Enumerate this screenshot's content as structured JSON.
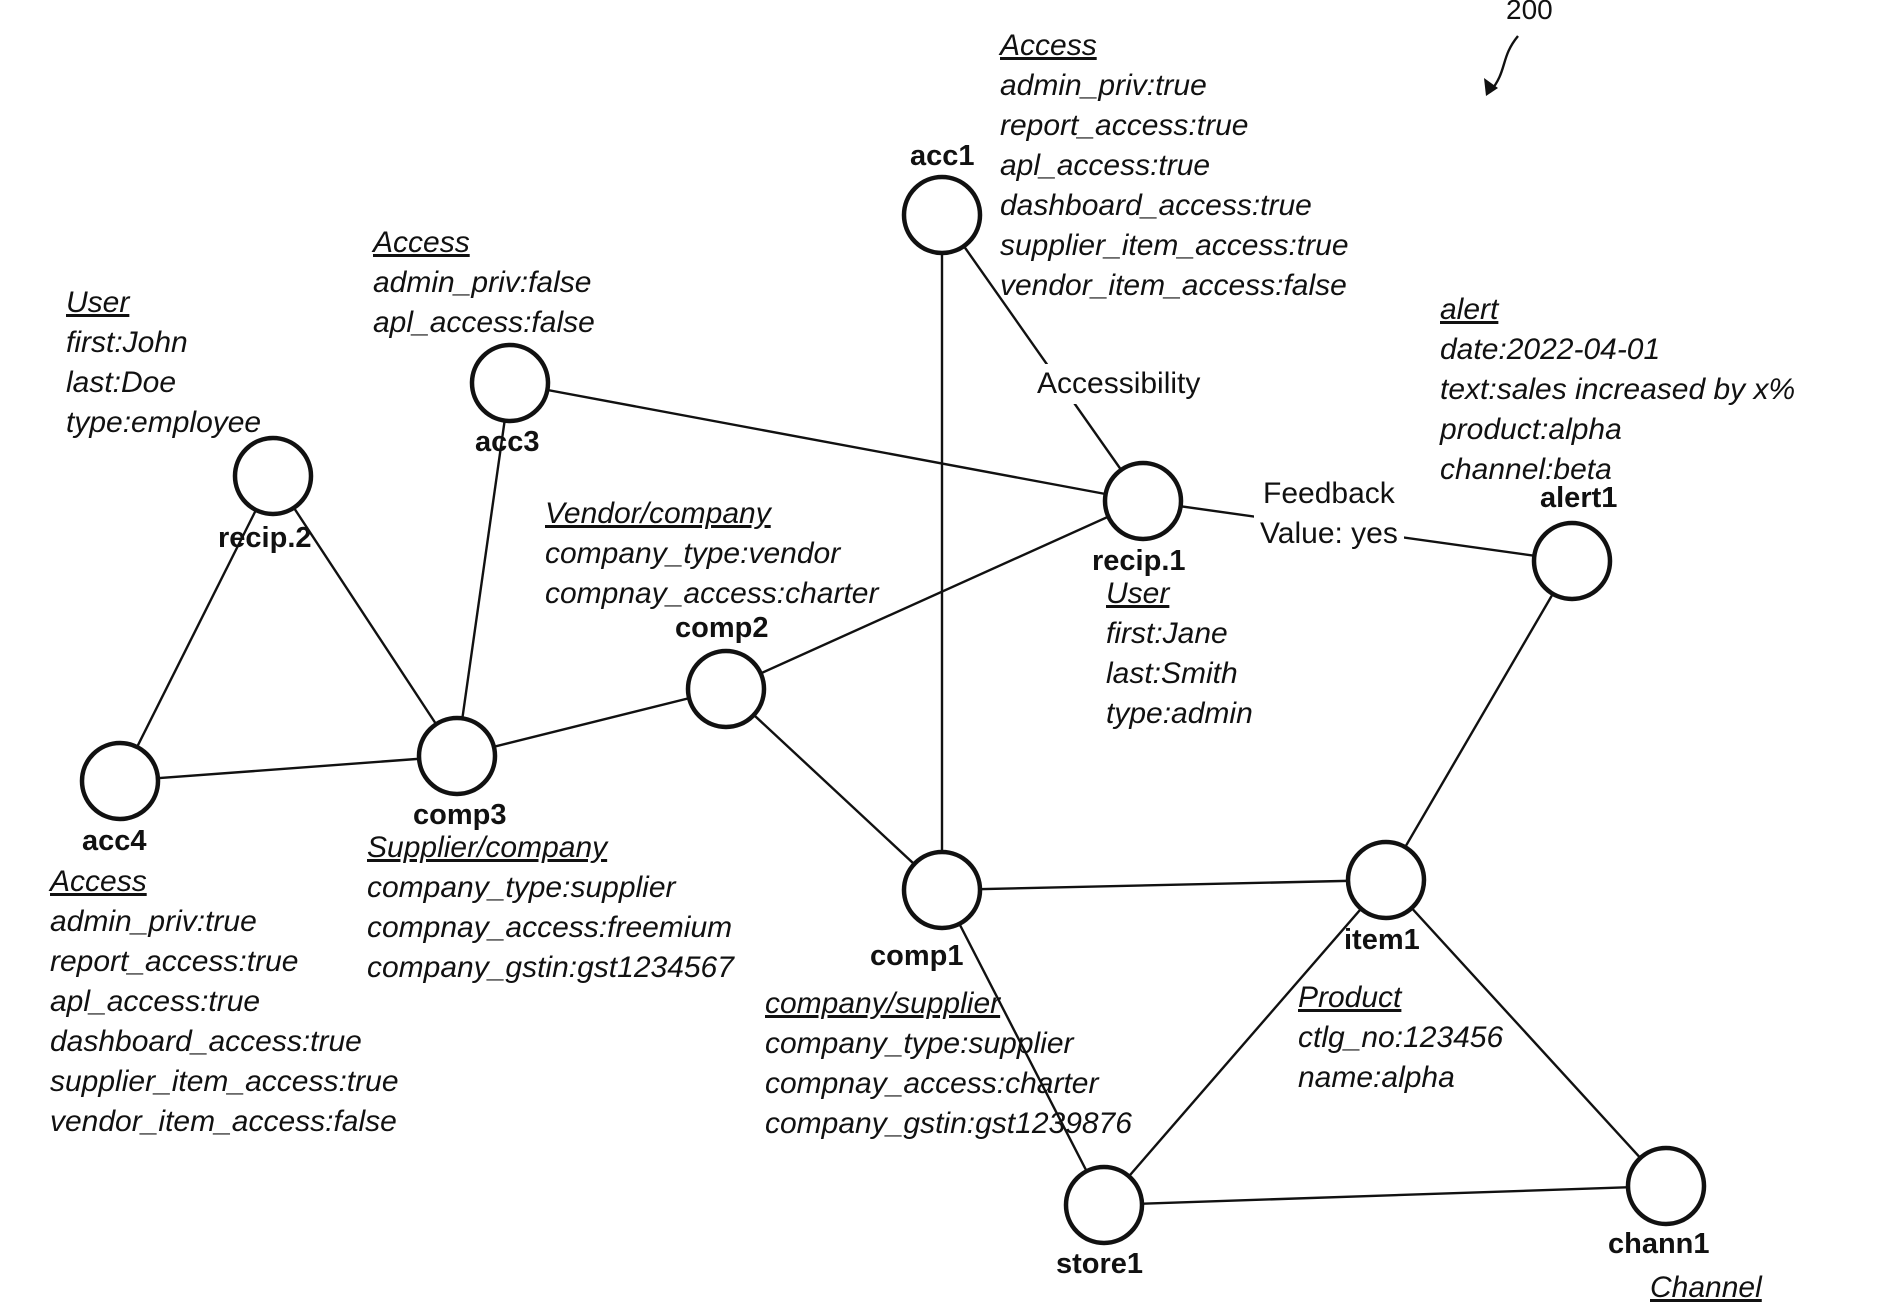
{
  "figure_ref": "200",
  "nodes": {
    "acc1": {
      "label": "acc1"
    },
    "acc3": {
      "label": "acc3"
    },
    "acc4": {
      "label": "acc4"
    },
    "recip2": {
      "label": "recip.2"
    },
    "recip1": {
      "label": "recip.1"
    },
    "comp2": {
      "label": "comp2"
    },
    "comp3": {
      "label": "comp3"
    },
    "comp1": {
      "label": "comp1"
    },
    "alert1": {
      "label": "alert1"
    },
    "item1": {
      "label": "item1"
    },
    "store1": {
      "label": "store1"
    },
    "chann1": {
      "label": "chann1"
    }
  },
  "properties": {
    "acc1": {
      "title": "Access",
      "lines": [
        "admin_priv:true",
        "report_access:true",
        "apl_access:true",
        "dashboard_access:true",
        "supplier_item_access:true",
        "vendor_item_access:false"
      ]
    },
    "acc3": {
      "title": "Access",
      "lines": [
        "admin_priv:false",
        "apl_access:false"
      ]
    },
    "recip2": {
      "title": "User",
      "lines": [
        "first:John",
        "last:Doe",
        "type:employee"
      ]
    },
    "alert1": {
      "title": "alert",
      "lines": [
        "date:2022-04-01",
        "text:sales increased by x%",
        "product:alpha",
        "channel:beta"
      ]
    },
    "comp2": {
      "title": "Vendor/company",
      "lines": [
        "company_type:vendor",
        "compnay_access:charter"
      ]
    },
    "recip1": {
      "title": "User",
      "lines": [
        "first:Jane",
        "last:Smith",
        "type:admin"
      ]
    },
    "acc4": {
      "title": "Access",
      "lines": [
        "admin_priv:true",
        "report_access:true",
        "apl_access:true",
        "dashboard_access:true",
        "supplier_item_access:true",
        "vendor_item_access:false"
      ]
    },
    "comp3": {
      "title": "Supplier/company",
      "lines": [
        "company_type:supplier",
        "compnay_access:freemium",
        "company_gstin:gst1234567"
      ]
    },
    "comp1": {
      "title": "company/supplier",
      "lines": [
        "company_type:supplier",
        "compnay_access:charter",
        "company_gstin:gst1239876"
      ]
    },
    "item1": {
      "title": "Product",
      "lines": [
        "ctlg_no:123456",
        "name:alpha"
      ]
    },
    "chann1": {
      "title": "Channel",
      "lines": []
    }
  },
  "edge_labels": {
    "accessibility": "Accessibility",
    "feedback": [
      "Feedback",
      "Value: yes"
    ]
  }
}
